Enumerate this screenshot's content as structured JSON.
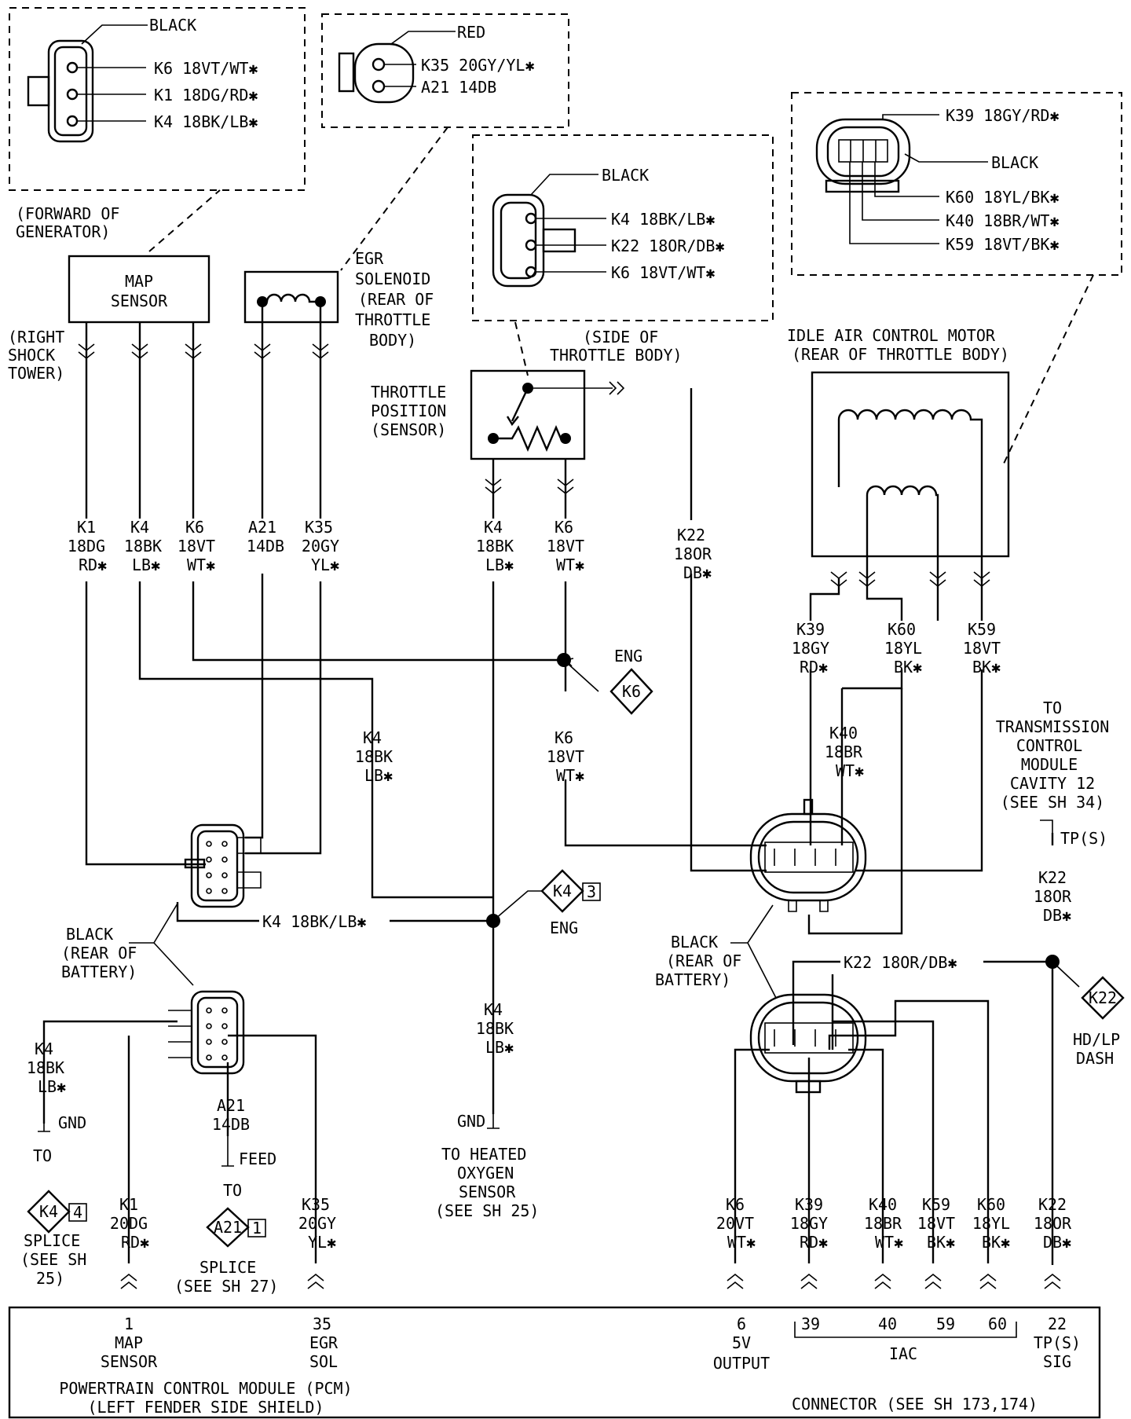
{
  "callouts": {
    "map_conn_color": "BLACK",
    "map_conn_pins": [
      "K6 18VT/WT✱",
      "K1 18DG/RD✱",
      "K4 18BK/LB✱"
    ],
    "map_conn_location": [
      "(FORWARD OF",
      "GENERATOR)"
    ],
    "egr_conn_color": "RED",
    "egr_conn_pins": [
      "K35 20GY/YL✱",
      "A21 14DB"
    ],
    "tps_conn_color": "BLACK",
    "tps_conn_pins": [
      "K4 18BK/LB✱",
      "K22 18OR/DB✱",
      "K6 18VT/WT✱"
    ],
    "tps_conn_location": [
      "(SIDE OF",
      "THROTTLE BODY)"
    ],
    "iac_conn_top": "K39 18GY/RD✱",
    "iac_conn_color": "BLACK",
    "iac_conn_pins": [
      "K60 18YL/BK✱",
      "K40 18BR/WT✱",
      "K59 18VT/BK✱"
    ]
  },
  "components": {
    "map_sensor": [
      "MAP",
      "SENSOR"
    ],
    "map_location": [
      "(RIGHT",
      "SHOCK",
      "TOWER)"
    ],
    "egr_solenoid": [
      "EGR",
      "SOLENOID",
      "(REAR OF",
      "THROTTLE",
      "BODY)"
    ],
    "tps": [
      "THROTTLE",
      "POSITION",
      "(SENSOR)"
    ],
    "iac_motor": [
      "IDLE AIR CONTROL MOTOR",
      "(REAR OF THROTTLE BODY)"
    ]
  },
  "wires": {
    "k1": [
      "K1",
      "18DG",
      "RD✱"
    ],
    "k4_map": [
      "K4",
      "18BK",
      "LB✱"
    ],
    "k6_map": [
      "K6",
      "18VT",
      "WT✱"
    ],
    "a21": [
      "A21",
      "14DB"
    ],
    "k35": [
      "K35",
      "20GY",
      "YL✱"
    ],
    "k4_tps": [
      "K4",
      "18BK",
      "LB✱"
    ],
    "k6_tps": [
      "K6",
      "18VT",
      "WT✱"
    ],
    "k22_tps": [
      "K22",
      "18OR",
      "DB✱"
    ],
    "k39_iac": [
      "K39",
      "18GY",
      "RD✱"
    ],
    "k60_iac": [
      "K60",
      "18YL",
      "BK✱"
    ],
    "k59_iac": [
      "K59",
      "18VT",
      "BK✱"
    ],
    "k40_iac": [
      "K40",
      "18BR",
      "WT✱"
    ],
    "k4_mid": [
      "K4",
      "18BK",
      "LB✱"
    ],
    "k6_mid": [
      "K6",
      "18VT",
      "WT✱"
    ],
    "k4_horiz": "K4 18BK/LB✱",
    "k4_hos": [
      "K4",
      "18BK",
      "LB✱"
    ],
    "k4_gnd_left": [
      "K4",
      "18BK",
      "LB✱"
    ],
    "a21_feed": [
      "A21",
      "14DB"
    ],
    "k22_tcm": [
      "K22",
      "18OR",
      "DB✱"
    ],
    "k22_horiz": "K22 18OR/DB✱"
  },
  "splices": {
    "k6_eng": {
      "badge": "K6",
      "label": "ENG"
    },
    "k4_eng": {
      "badge": "K4",
      "num": "3",
      "label": "ENG"
    },
    "k22_dash": {
      "badge": "K22",
      "label": [
        "HD/LP",
        "DASH"
      ]
    },
    "k4_left": {
      "badge": "K4",
      "num": "4"
    },
    "a21_left": {
      "badge": "A21",
      "num": "1"
    }
  },
  "notes": {
    "black_rear_batt_left": [
      "BLACK",
      "(REAR OF",
      "BATTERY)"
    ],
    "black_rear_batt_right": [
      "BLACK",
      "(REAR OF",
      "BATTERY)"
    ],
    "gnd_left": "GND",
    "to_left": "TO",
    "splice_left": [
      "SPLICE",
      "(SEE SH",
      "25)"
    ],
    "feed": "FEED",
    "to_mid": "TO",
    "splice_mid": [
      "SPLICE",
      "(SEE SH 27)"
    ],
    "gnd_hos": "GND",
    "hos_dest": [
      "TO HEATED",
      "OXYGEN",
      "SENSOR",
      "(SEE SH 25)"
    ],
    "tcm": [
      "TO",
      "TRANSMISSION",
      "CONTROL",
      "MODULE",
      "CAVITY 12",
      "(SEE SH 34)"
    ],
    "tps_s": "TP(S)"
  },
  "pcm_wires": {
    "k1": [
      "K1",
      "20DG",
      "RD✱"
    ],
    "k35": [
      "K35",
      "20GY",
      "YL✱"
    ],
    "k6": [
      "K6",
      "20VT",
      "WT✱"
    ],
    "k39": [
      "K39",
      "18GY",
      "RD✱"
    ],
    "k40": [
      "K40",
      "18BR",
      "WT✱"
    ],
    "k59": [
      "K59",
      "18VT",
      "BK✱"
    ],
    "k60": [
      "K60",
      "18YL",
      "BK✱"
    ],
    "k22": [
      "K22",
      "18OR",
      "DB✱"
    ]
  },
  "pcm": {
    "pin1": [
      "1",
      "MAP",
      "SENSOR"
    ],
    "pin35": [
      "35",
      "EGR",
      "SOL"
    ],
    "pin6": [
      "6",
      "5V",
      "OUTPUT"
    ],
    "iac_pins": [
      "39",
      "40",
      "59",
      "60"
    ],
    "iac_label": "IAC",
    "pin22": [
      "22",
      "TP(S)",
      "SIG"
    ],
    "title": [
      "POWERTRAIN CONTROL MODULE (PCM)",
      "(LEFT FENDER SIDE SHIELD)"
    ],
    "connector": "CONNECTOR (SEE SH 173,174)"
  }
}
